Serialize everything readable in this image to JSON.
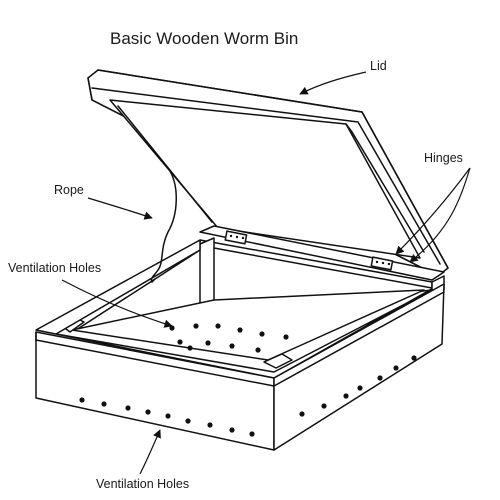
{
  "title": "Basic Wooden Worm Bin",
  "labels": {
    "lid": "Lid",
    "hinges": "Hinges",
    "rope": "Rope",
    "vent_holes_top": "Ventilation Holes",
    "vent_holes_bottom": "Ventilation Holes"
  }
}
